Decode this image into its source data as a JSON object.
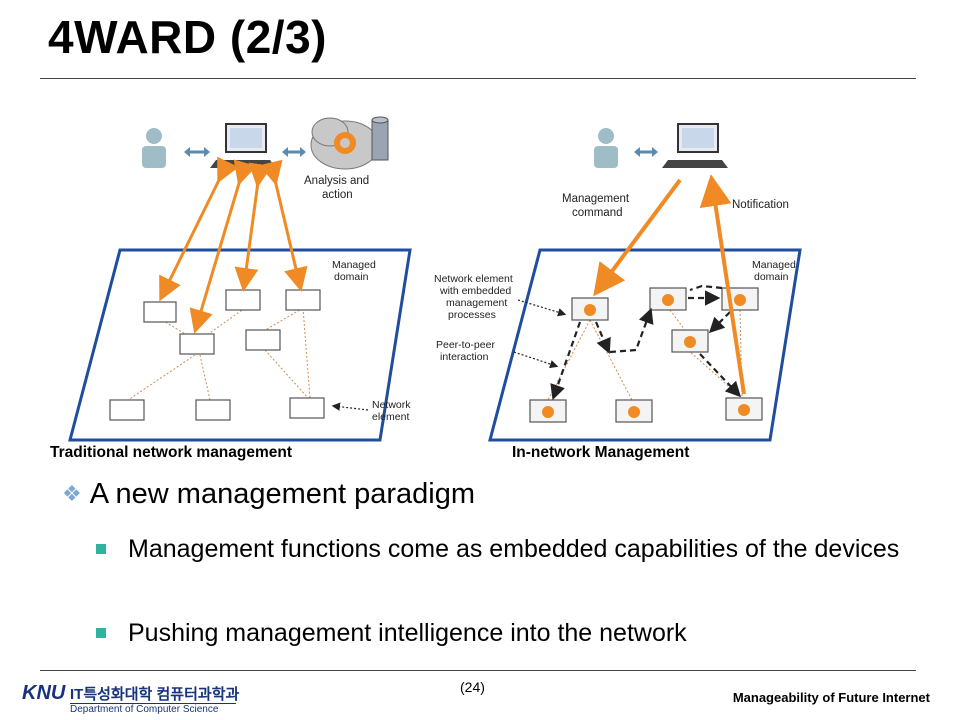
{
  "slide": {
    "title": "4WARD (2/3)",
    "figure_left": {
      "caption": "Traditional network management",
      "label_analysis": [
        "Analysis and",
        "action"
      ],
      "label_domain": [
        "Managed",
        "domain"
      ],
      "label_element": [
        "Network",
        "element"
      ]
    },
    "figure_right": {
      "caption": "In-network Management",
      "label_command": [
        "Management",
        "command"
      ],
      "label_notification": "Notification",
      "label_domain": [
        "Managed",
        "domain"
      ],
      "label_embedded": [
        "Network element",
        "with embedded",
        "management",
        "processes"
      ],
      "label_p2p": [
        "Peer-to-peer",
        "interaction"
      ]
    },
    "bullet": "A new management paradigm",
    "subbullets": [
      "Management functions come as embedded capabilities of the devices",
      "Pushing management intelligence into the network"
    ],
    "page_number": "(24)",
    "footer_title": "Manageability of Future Internet",
    "logo": {
      "abbr": "KNU",
      "korean": "IT특성화대학 컴퓨터과학과",
      "department": "Department of Computer Science"
    },
    "colors": {
      "arrow": "#f08a24",
      "domain_border": "#1f4e9e",
      "bullet_square": "#2fb2a0",
      "diamond": "#7fa7d4"
    }
  }
}
